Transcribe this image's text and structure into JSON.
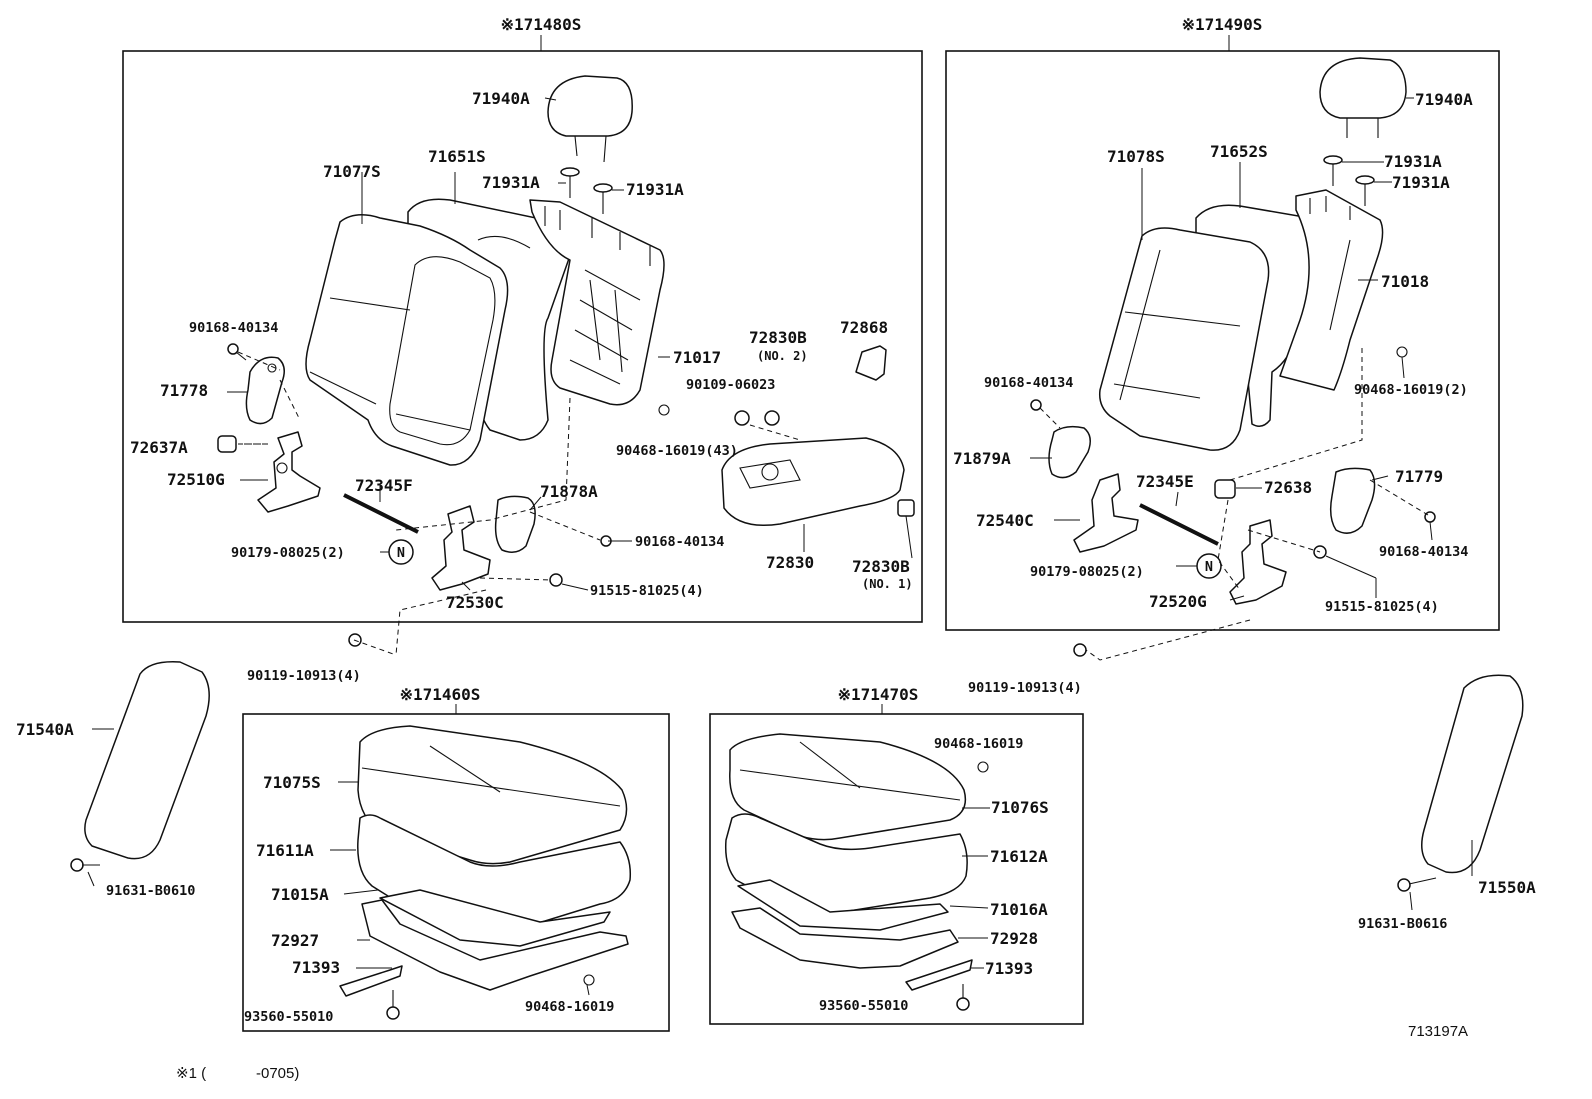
{
  "diagram_id": "713197A",
  "footnote": {
    "symbol": "※1 (",
    "range": "-0705)"
  },
  "assemblies": {
    "rear_back_left": "※171480S",
    "rear_back_right": "※171490S",
    "cushion_left": "※171460S",
    "cushion_right": "※171470S"
  },
  "labels": {
    "p71940A_l": "71940A",
    "p71077S": "71077S",
    "p71651S": "71651S",
    "p71931A_l1": "71931A",
    "p71931A_l2": "71931A",
    "p90168_40134_l1": "90168-40134",
    "p71017": "71017",
    "p72830B_no2": "72830B",
    "no2": "(NO. 2)",
    "p72868": "72868",
    "p71778": "71778",
    "p90109_06023": "90109-06023",
    "p90468_16019_43": "90468-16019(43)",
    "p72637A": "72637A",
    "p72510G": "72510G",
    "p72345F": "72345F",
    "p71878A": "71878A",
    "p90168_40134_l2": "90168-40134",
    "p90179_08025_l": "90179-08025(2)",
    "p72830": "72830",
    "p72830B_no1": "72830B",
    "no1": "(NO. 1)",
    "p72530C": "72530C",
    "p91515_81025_l": "91515-81025(4)",
    "p90119_10913_l": "90119-10913(4)",
    "p71940A_r": "71940A",
    "p71078S": "71078S",
    "p71652S": "71652S",
    "p71931A_r1": "71931A",
    "p71931A_r2": "71931A",
    "p71018": "71018",
    "p90168_40134_r1": "90168-40134",
    "p90468_16019_2": "90468-16019(2)",
    "p71879A": "71879A",
    "p72345E": "72345E",
    "p72638": "72638",
    "p71779": "71779",
    "p72540C": "72540C",
    "p90168_40134_r2": "90168-40134",
    "p90179_08025_r": "90179-08025(2)",
    "p72520G": "72520G",
    "p91515_81025_r": "91515-81025(4)",
    "p90119_10913_r": "90119-10913(4)",
    "p71540A": "71540A",
    "p91631_B0610": "91631-B0610",
    "p71075S": "71075S",
    "p71611A": "71611A",
    "p71015A": "71015A",
    "p72927": "72927",
    "p71393_l": "71393",
    "p93560_55010_l": "93560-55010",
    "p90468_16019_l": "90468-16019",
    "p90468_16019_r": "90468-16019",
    "p71076S": "71076S",
    "p71612A": "71612A",
    "p71016A": "71016A",
    "p72928": "72928",
    "p71393_r": "71393",
    "p93560_55010_r": "93560-55010",
    "p71550A": "71550A",
    "p91631_B0616": "91631-B0616",
    "n_mark": "N"
  }
}
